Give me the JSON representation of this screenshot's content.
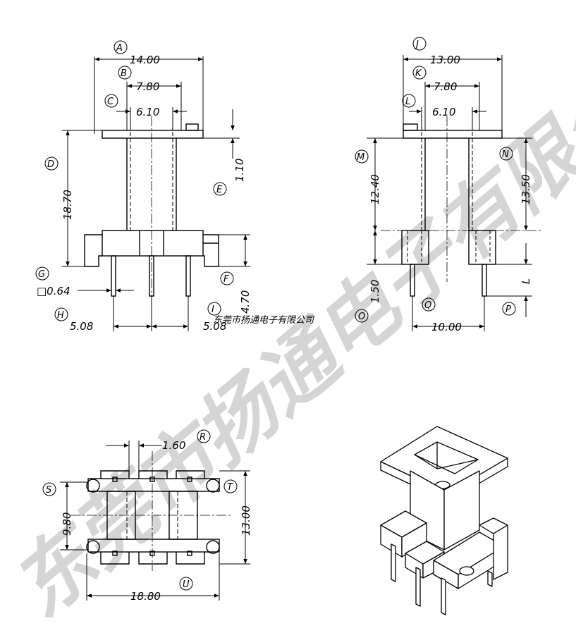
{
  "watermark": {
    "large_text": "东莞市扬通电子有限公司",
    "small_text": "东莞市扬通电子有限公司"
  },
  "front_view": {
    "labels": {
      "A": "A",
      "B": "B",
      "C": "C",
      "D": "D",
      "E": "E",
      "F": "F",
      "G": "G",
      "H": "H",
      "I": "I"
    },
    "dims": {
      "A": "14.00",
      "B": "7.80",
      "C": "6.10",
      "D": "18.70",
      "E": "1.10",
      "F": "4.70",
      "G": "□0.64",
      "H": "5.08",
      "I": "5.08"
    }
  },
  "side_view": {
    "labels": {
      "J": "J",
      "K": "K",
      "L": "L",
      "M": "M",
      "N": "N",
      "O": "O",
      "P": "P",
      "Q": "Q"
    },
    "dims": {
      "J": "13.00",
      "K": "7.80",
      "L": "6.10",
      "M": "12.40",
      "N": "13.50",
      "O": "1.50",
      "P": "L",
      "Q": "10.00"
    }
  },
  "bottom_view": {
    "labels": {
      "R": "R",
      "S": "S",
      "T": "T",
      "U": "U"
    },
    "dims": {
      "R": "1.60",
      "S": "9.80",
      "T": "13.00",
      "U": "18.80"
    }
  }
}
